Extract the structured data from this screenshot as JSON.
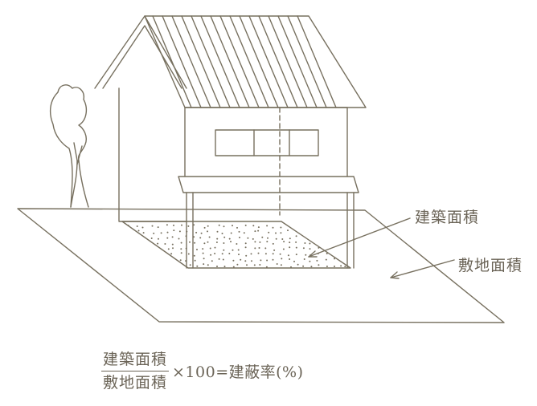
{
  "labels": {
    "building_area": "建築面積",
    "site_area": "敷地面積"
  },
  "formula": {
    "numerator": "建築面積",
    "denominator": "敷地面積",
    "rest": "×100=建蔽率(%)"
  },
  "colors": {
    "line": "#77705f",
    "text": "#6b6457"
  }
}
